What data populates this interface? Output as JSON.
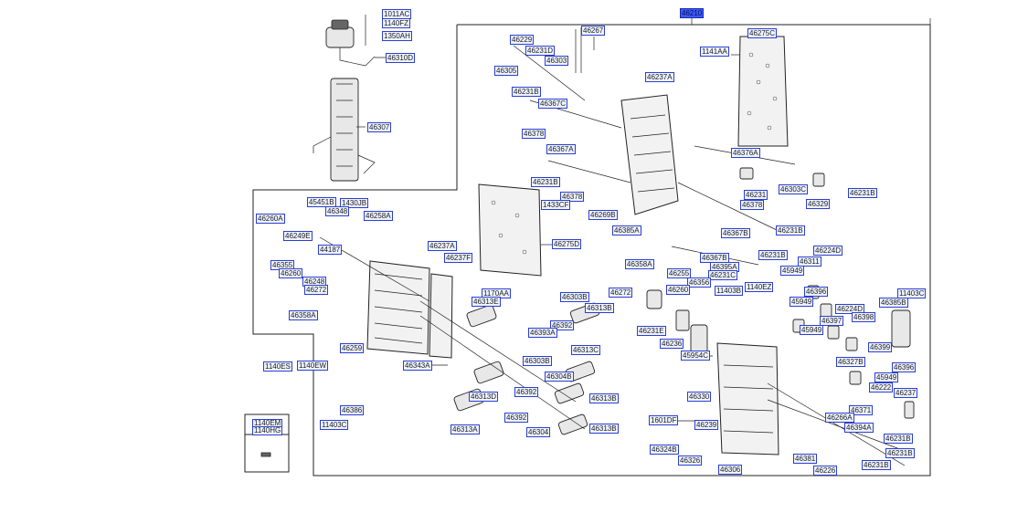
{
  "diagram": {
    "highlighted_part": "46210",
    "labels": {
      "p46210": "46210",
      "p1011AC": "1011AC",
      "p1140FZ": "1140FZ",
      "p1350AH": "1350AH",
      "p46310D": "46310D",
      "p46307": "46307",
      "p46267": "46267",
      "p46275C": "46275C",
      "p46229": "46229",
      "p46231D": "46231D",
      "p1141AA": "1141AA",
      "p46303": "46303",
      "p46305": "46305",
      "p46237A_top": "46237A",
      "p46231B_1": "46231B",
      "p46367C": "46367C",
      "p46378_1": "46378",
      "p46367A": "46367A",
      "p46376A": "46376A",
      "p46231B_2": "46231B",
      "p46378_2": "46378",
      "p1433CF": "1433CF",
      "p46303C": "46303C",
      "p46231B_3": "46231B",
      "p46231": "46231",
      "p46329": "46329",
      "p46378_3": "46378",
      "p45451B": "45451B",
      "p1430JB": "1430JB",
      "p46348": "46348",
      "p46269B": "46269B",
      "p46260A": "46260A",
      "p46258A": "46258A",
      "p46385A": "46385A",
      "p46367B": "46367B",
      "p46231B_4": "46231B",
      "p46249E": "46249E",
      "p46237A_mid": "46237A",
      "p46275D": "46275D",
      "p44187": "44187",
      "p46237F": "46237F",
      "p46231B_5": "46231B",
      "p46224D": "46224D",
      "p46367B_2": "46367B",
      "p46311": "46311",
      "p46355": "46355",
      "p46260": "46260",
      "p46358A_1": "46358A",
      "p46395A": "46395A",
      "p45949_1": "45949",
      "p46248": "46248",
      "p46255": "46255",
      "p46231C": "46231C",
      "p46272_1": "46272",
      "p46356": "46356",
      "p11403B": "11403B",
      "p1140EZ": "1140EZ",
      "p11403C_1": "11403C",
      "p46385B": "46385B",
      "p46272_2": "46272",
      "p46260_2": "46260",
      "p46396_1": "46396",
      "p1170AA": "1170AA",
      "p46303B_1": "46303B",
      "p46313E": "46313E",
      "p45949_2": "45949",
      "p46224D_2": "46224D",
      "p46358A_2": "46358A",
      "p46313B_1": "46313B",
      "p46397": "46397",
      "p46398": "46398",
      "p46392_1": "46392",
      "p46231E": "46231E",
      "p45949_3": "45949",
      "p46393A": "46393A",
      "p46259": "46259",
      "p46236": "46236",
      "p46399": "46399",
      "p46313C": "46313C",
      "p45954C": "45954C",
      "p1140ES": "1140ES",
      "p1140EW": "1140EW",
      "p46303B_2": "46303B",
      "p46327B": "46327B",
      "p46396_2": "46396",
      "p46343A": "46343A",
      "p46304B": "46304B",
      "p45949_4": "45949",
      "p46222": "46222",
      "p46237": "46237",
      "p46392_2": "46392",
      "p46313D": "46313D",
      "p46313B_2": "46313B",
      "p46330": "46330",
      "p46371": "46371",
      "p46386": "46386",
      "p1601DF": "1601DF",
      "p46266A": "46266A",
      "p46392_3": "46392",
      "p46239": "46239",
      "p11403C_2": "11403C",
      "p1140EM": "1140EM",
      "p1140HG": "1140HG",
      "p46313A": "46313A",
      "p46304": "46304",
      "p46313B_3": "46313B",
      "p46394A": "46394A",
      "p46231B_6": "46231B",
      "p46324B": "46324B",
      "p46231B_7": "46231B",
      "p46381": "46381",
      "p46326": "46326",
      "p46306": "46306",
      "p46226": "46226",
      "p46231B_8": "46231B"
    }
  }
}
